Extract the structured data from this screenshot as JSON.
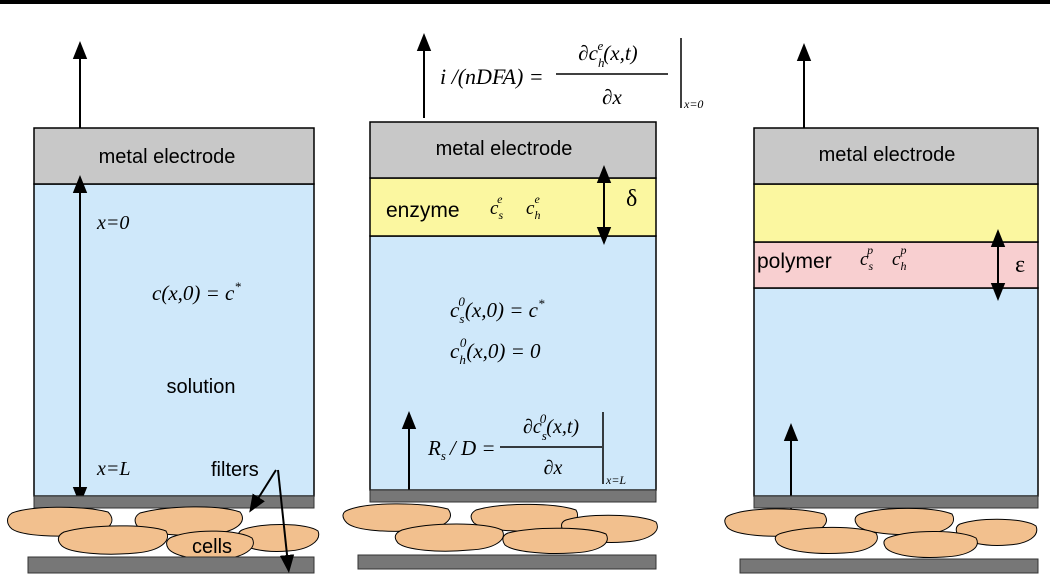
{
  "colors": {
    "solution": "#cfe8fa",
    "electrode": "#c8c8c8",
    "enzyme_layer": "#fbf7a0",
    "polymer_layer": "#f8cfd0",
    "filter": "#777777",
    "cells": "#f2c08e",
    "outline": "#000000"
  },
  "panel1": {
    "electrode_label": "metal electrode",
    "x0": "x=0",
    "xL": "x=L",
    "c_lhs": "c(x,0) = c",
    "c_sup": "*",
    "solution_label": "solution",
    "filters_label": "filters",
    "cells_label": "cells"
  },
  "panel2": {
    "current_lhs": "i /(nDFA) =",
    "current_num": "∂c",
    "current_num_sub": "h",
    "current_num_sup": "e",
    "current_num_tail": "(x,t)",
    "current_den": "∂x",
    "current_eval": "x=0",
    "electrode_label": "metal electrode",
    "enzyme_label": "enzyme",
    "enzyme_c1": "c",
    "enzyme_c1_sub": "s",
    "enzyme_c1_sup": "e",
    "enzyme_c2": "c",
    "enzyme_c2_sub": "h",
    "enzyme_c2_sup": "e",
    "delta": "δ",
    "ic1_c": "c",
    "ic1_sub": "s",
    "ic1_sup": "0",
    "ic1_tail": "(x,0) = c",
    "ic1_star": "*",
    "ic2_c": "c",
    "ic2_sub": "h",
    "ic2_sup": "0",
    "ic2_tail": "(x,0) = 0",
    "flux_lhs": "R",
    "flux_lhs_sub": "s",
    "flux_lhs_tail": "/ D =",
    "flux_num": "∂c",
    "flux_num_sub": "s",
    "flux_num_sup": "0",
    "flux_num_tail": "(x,t)",
    "flux_den": "∂x",
    "flux_eval": "x=L"
  },
  "panel3": {
    "electrode_label": "metal electrode",
    "polymer_label": "polymer",
    "poly_c1": "c",
    "poly_c1_sub": "s",
    "poly_c1_sup": "p",
    "poly_c2": "c",
    "poly_c2_sub": "h",
    "poly_c2_sup": "p",
    "epsilon": "ε"
  }
}
